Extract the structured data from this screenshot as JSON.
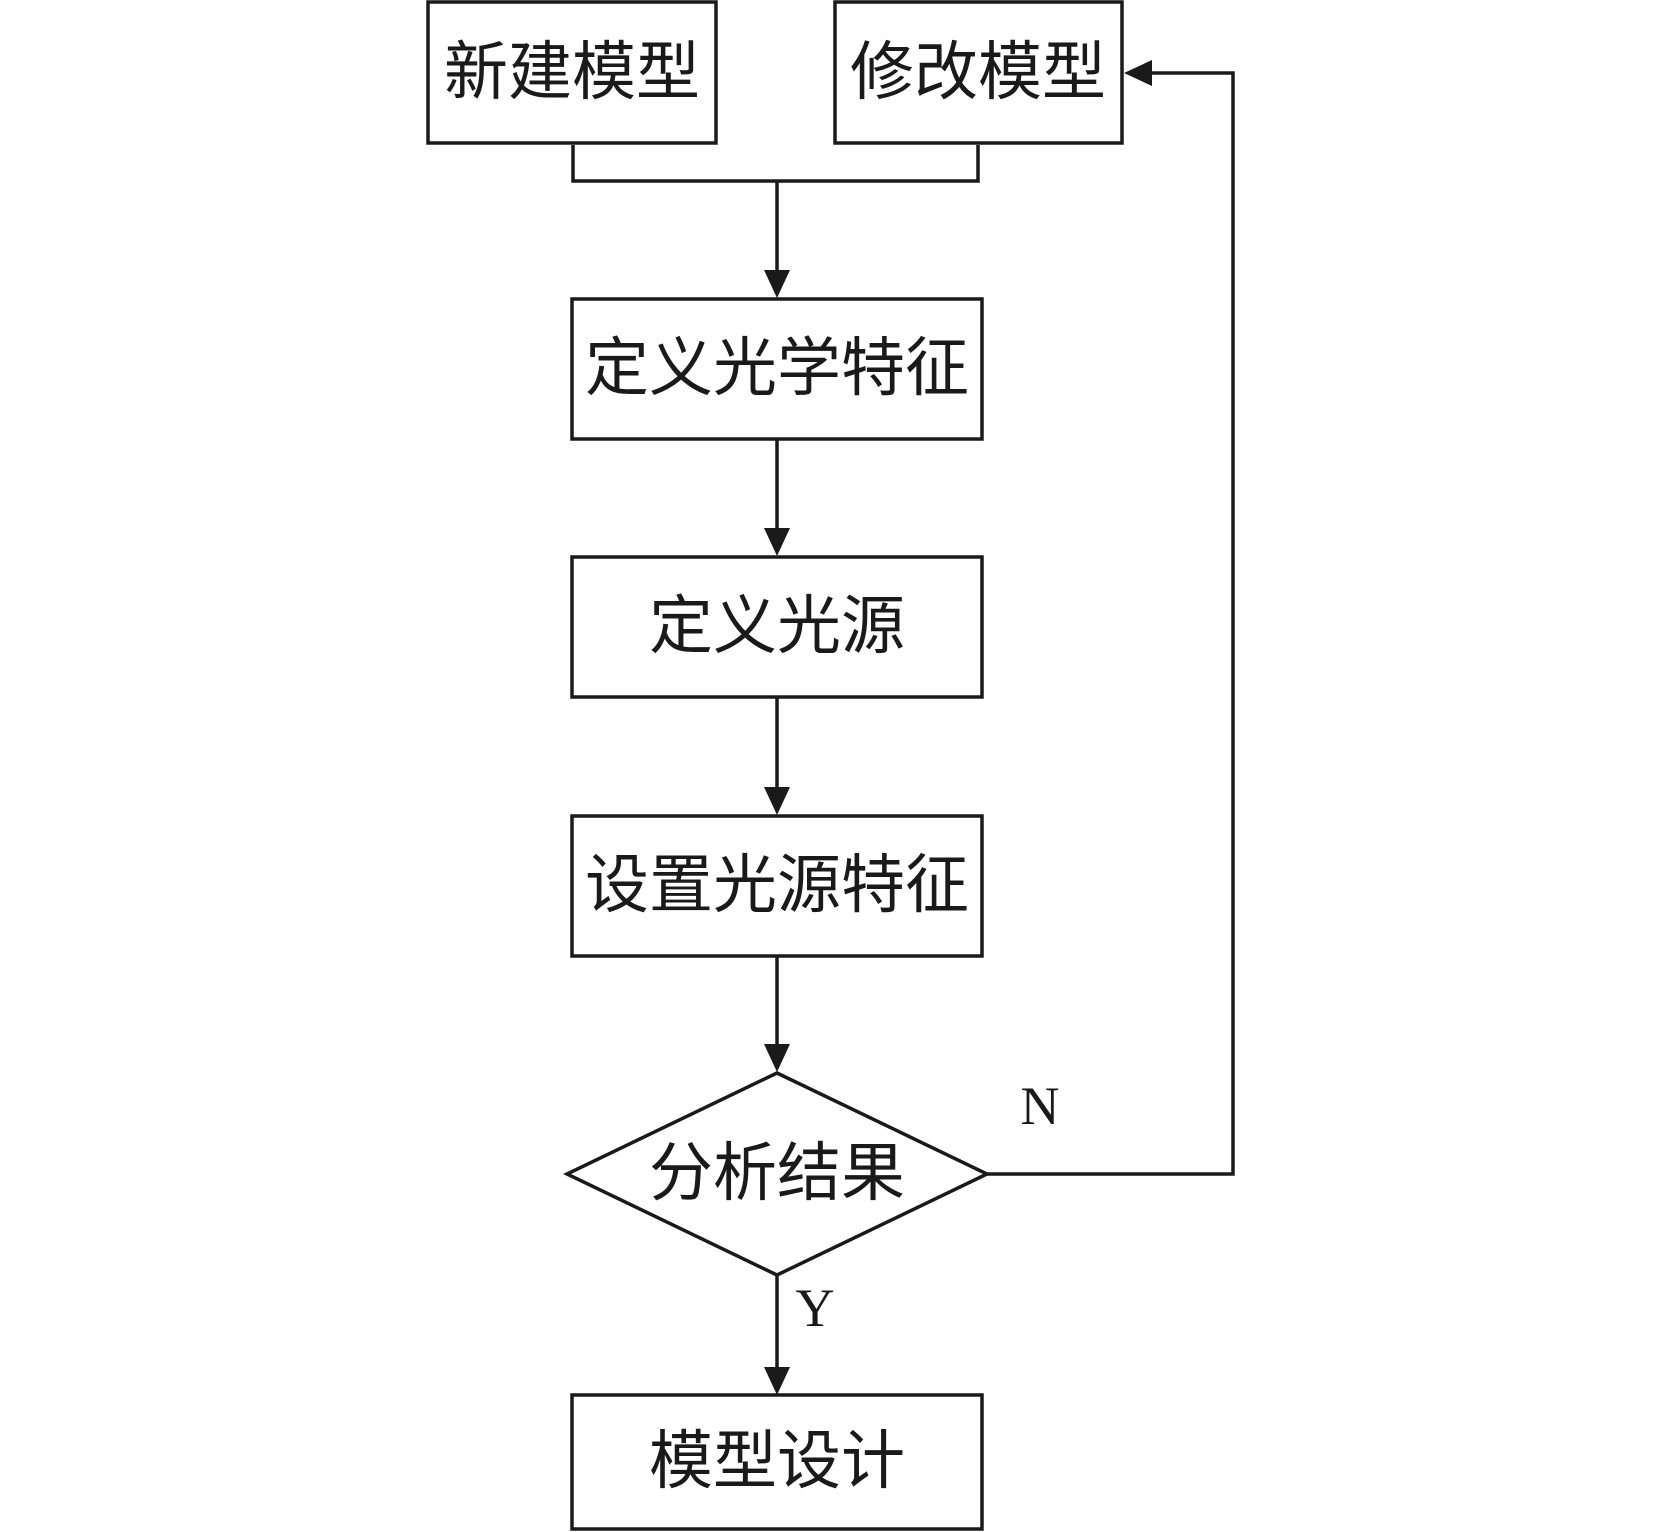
{
  "nodes": {
    "new_model": "新建模型",
    "modify_model": "修改模型",
    "define_optical": "定义光学特征",
    "define_light_source": "定义光源",
    "set_light_source": "设置光源特征",
    "analyze_result": "分析结果",
    "model_design": "模型设计"
  },
  "branches": {
    "no": "N",
    "yes": "Y"
  }
}
